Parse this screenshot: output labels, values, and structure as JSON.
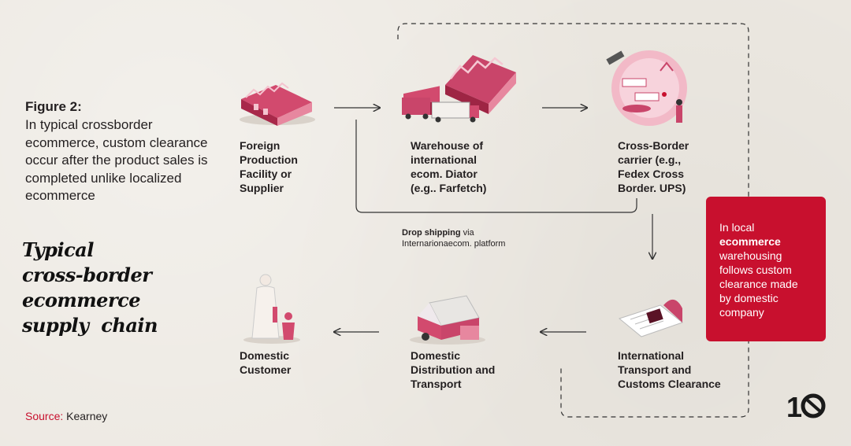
{
  "figure": {
    "title": "Figure 2:",
    "description": "In typical crossborder ecommerce, custom clearance occur after the product sales is completed unlike localized ecommerce"
  },
  "script_title": [
    "Typical",
    "cross-border",
    "ecommerce",
    "supply  chain"
  ],
  "nodes": {
    "foreign_production": [
      "Foreign",
      "Production",
      "Facility or",
      "Supplier"
    ],
    "warehouse": [
      "Warehouse of",
      "international",
      "ecom. Diator",
      "(e.g.. Farfetch)"
    ],
    "carrier": [
      "Cross-Border",
      "carrier (e.g.,",
      "Fedex Cross",
      "Border. UPS)"
    ],
    "international_transport": [
      "International",
      "Transport and",
      "Customs Clearance"
    ],
    "domestic_distribution": [
      "Domestic",
      "Distribution and",
      "Transport"
    ],
    "domestic_customer": [
      "Domestic",
      "Customer"
    ]
  },
  "drop_shipping": {
    "bold": "Drop shipping",
    "rest": " via",
    "line2": "Internarionaecom. platform"
  },
  "callout": {
    "line1": "In local",
    "bold": "ecommerce",
    "rest": [
      "warehousing",
      "follows custom",
      "clearance made",
      "by domestic",
      "company"
    ]
  },
  "source": {
    "label": "Source:",
    "value": " Kearney"
  },
  "logo": {
    "text": "1"
  },
  "colors": {
    "accent": "#c8102e",
    "pink": "#e8a0b4",
    "background": "#ece8e1"
  }
}
